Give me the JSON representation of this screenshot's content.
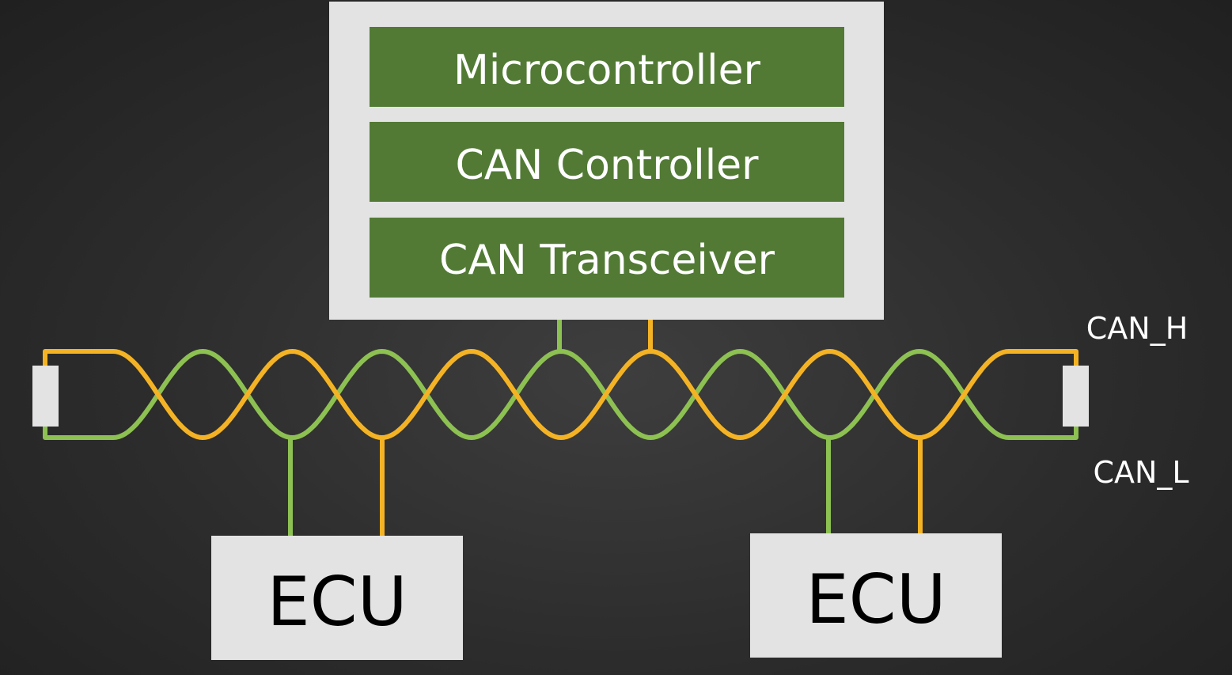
{
  "diagram": {
    "node_stack": {
      "layers": [
        {
          "label": "Microcontroller"
        },
        {
          "label": "CAN Controller"
        },
        {
          "label": "CAN Transceiver"
        }
      ]
    },
    "bus": {
      "high_label": "CAN_H",
      "low_label": "CAN_L"
    },
    "ecus": [
      {
        "label": "ECU"
      },
      {
        "label": "ECU"
      }
    ],
    "colors": {
      "background": "#2e2e2e",
      "box_fill": "#e3e3e3",
      "layer_fill": "#527a35",
      "layer_text": "#ffffff",
      "can_high": "#f4b324",
      "can_low": "#8dc152",
      "terminator": "#e3e3e3",
      "ecu_text": "#000000",
      "bus_label_text": "#ffffff"
    }
  }
}
